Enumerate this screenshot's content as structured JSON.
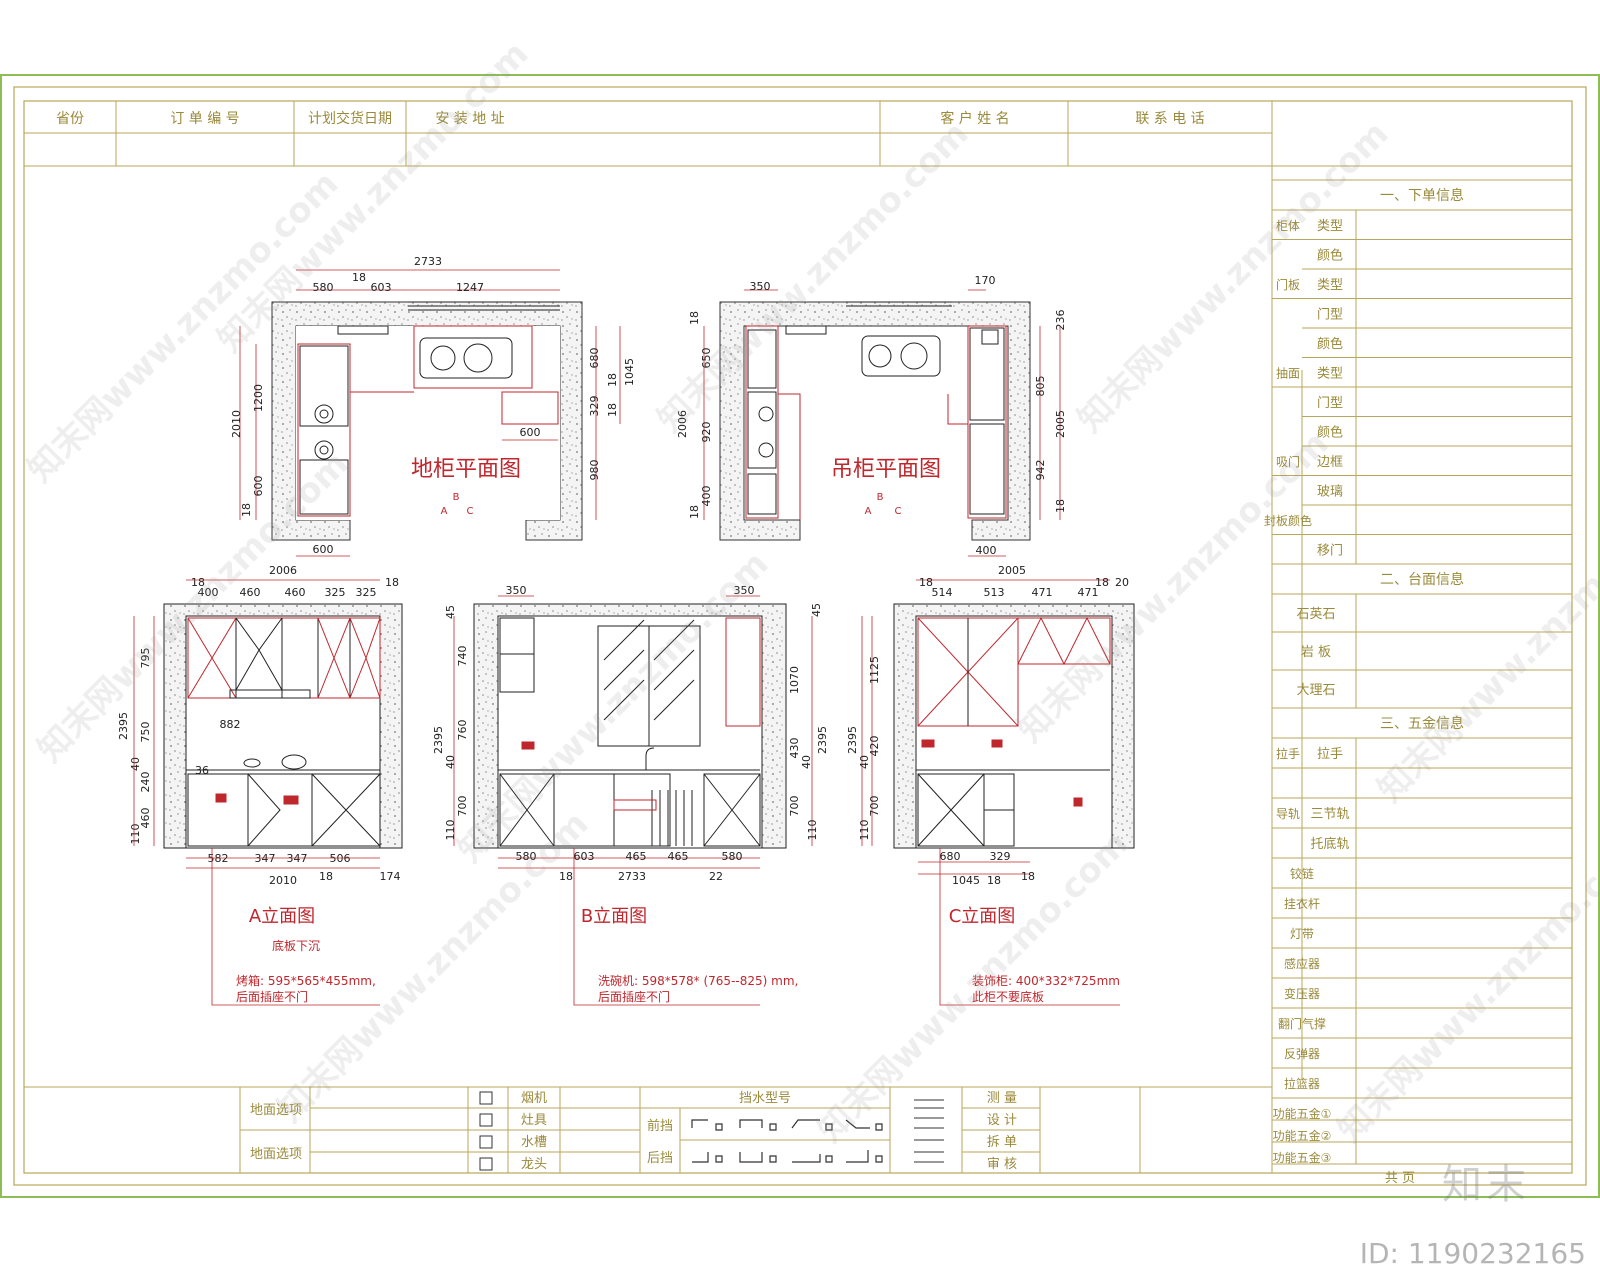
{
  "header": {
    "cols": [
      "省份",
      "订 单 编 号",
      "计划交货日期",
      "安 装 地 址",
      "客 户 姓 名",
      "联 系 电 话"
    ]
  },
  "side": {
    "s1": "一、下单信息",
    "s1_rows": [
      {
        "g": "柜体",
        "l": "类型"
      },
      {
        "g": "",
        "l": "颜色"
      },
      {
        "g": "门板",
        "l": "类型"
      },
      {
        "g": "",
        "l": "门型"
      },
      {
        "g": "",
        "l": "颜色"
      },
      {
        "g": "抽面",
        "l": "类型"
      },
      {
        "g": "",
        "l": "门型"
      },
      {
        "g": "",
        "l": "颜色"
      },
      {
        "g": "吸门",
        "l": "边框"
      },
      {
        "g": "",
        "l": "玻璃"
      },
      {
        "g": "封板颜色",
        "l": ""
      },
      {
        "g": "",
        "l": "移门"
      }
    ],
    "s2": "二、台面信息",
    "s2_rows": [
      "石英石",
      "岩  板",
      "大理石"
    ],
    "s3": "三、五金信息",
    "s3_rows": [
      {
        "g": "拉手",
        "l": "拉手"
      },
      {
        "g": "",
        "l": ""
      },
      {
        "g": "导轨",
        "l": "三节轨"
      },
      {
        "g": "",
        "l": "托底轨"
      },
      {
        "g": "铰链",
        "l": ""
      },
      {
        "g": "挂衣杆",
        "l": ""
      },
      {
        "g": "灯带",
        "l": ""
      },
      {
        "g": "感应器",
        "l": ""
      },
      {
        "g": "变压器",
        "l": ""
      },
      {
        "g": "翻门气撑",
        "l": ""
      },
      {
        "g": "反弹器",
        "l": ""
      },
      {
        "g": "拉篮器",
        "l": ""
      },
      {
        "g": "功能五金①",
        "l": ""
      },
      {
        "g": "功能五金②",
        "l": ""
      },
      {
        "g": "功能五金③",
        "l": ""
      }
    ],
    "footer": "共    页"
  },
  "plans": {
    "floor_title": "地柜平面图",
    "wall_title": "吊柜平面图",
    "sec": [
      "B",
      "A",
      "C"
    ],
    "floor_dims": [
      "2733",
      "580",
      "18",
      "603",
      "1247",
      "2010",
      "1200",
      "600",
      "18",
      "680",
      "18",
      "1045",
      "329",
      "18",
      "600",
      "980",
      "600"
    ],
    "wall_dims": [
      "350",
      "170",
      "18",
      "650",
      "2006",
      "920",
      "400",
      "18",
      "236",
      "805",
      "2005",
      "942",
      "18",
      "400"
    ]
  },
  "elevations": {
    "a_title": "A立面图",
    "b_title": "B立面图",
    "c_title": "C立面图",
    "a_dims": [
      "2006",
      "18",
      "400",
      "460",
      "460",
      "325",
      "325",
      "18",
      "2395",
      "795",
      "750",
      "40",
      "240",
      "460",
      "110",
      "882",
      "36",
      "582",
      "347",
      "347",
      "506",
      "2010",
      "18",
      "174"
    ],
    "b_dims": [
      "350",
      "350",
      "45",
      "2395",
      "740",
      "760",
      "40",
      "700",
      "110",
      "45",
      "1070",
      "430",
      "40",
      "700",
      "110",
      "2395",
      "580",
      "603",
      "465",
      "465",
      "580",
      "18",
      "2733",
      "22"
    ],
    "c_dims": [
      "2005",
      "18",
      "514",
      "513",
      "471",
      "471",
      "18",
      "20",
      "2395",
      "1125",
      "420",
      "40",
      "700",
      "110",
      "680",
      "329",
      "1045",
      "18",
      "18"
    ],
    "notes": [
      {
        "head": "底板下沉",
        "l1": "烤箱: 595*565*455mm,",
        "l2": "后面插座不门"
      },
      {
        "l1": "洗碗机: 598*578* (765--825) mm,",
        "l2": "后面插座不门"
      },
      {
        "l1": "装饰柜: 400*332*725mm",
        "l2": "此柜不要底板"
      }
    ]
  },
  "bottom": {
    "opt1": "地面选项",
    "opt2": "地面选项",
    "checks": [
      "烟机",
      "灶具",
      "水槽",
      "龙头"
    ],
    "dam_title": "挡水型号",
    "front": "前挡",
    "back": "后挡",
    "sign": [
      "测    量",
      "设    计",
      "拆    单",
      "审    核"
    ]
  },
  "marks": {
    "watermark": "知末网www.znzmo.com",
    "brand": "知末",
    "id": "ID: 1190232165"
  },
  "colors": {
    "frame": "#8dbd55",
    "title_line": "#b8a65a",
    "red": "#c0272d"
  }
}
